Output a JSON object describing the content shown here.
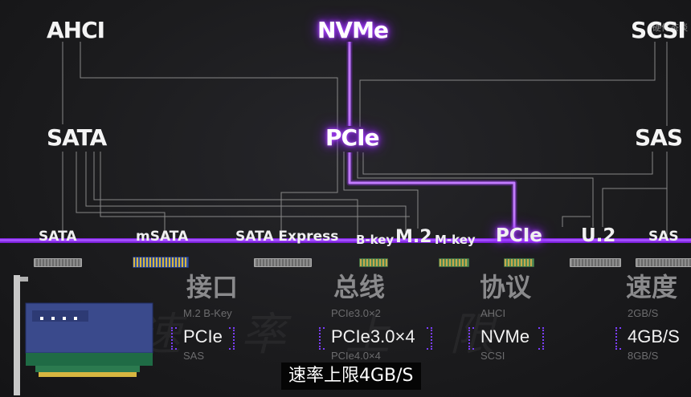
{
  "protocols": {
    "ahci": "AHCI",
    "nvme": "NVMe",
    "scsi": "SCSI"
  },
  "buses": {
    "sata": "SATA",
    "pcie": "PCIe",
    "sas": "SAS"
  },
  "interfaces": {
    "sata": "SATA",
    "msata": "mSATA",
    "sata_express": "SATA Express",
    "bkey": "B-key",
    "m2": "M.2",
    "mkey": "M-key",
    "pcie": "PCIe",
    "u2": "U.2",
    "sas": "SAS"
  },
  "summary": {
    "interface": {
      "title": "接口",
      "above": "M.2 B-Key",
      "value": "PCIe",
      "below": "SAS"
    },
    "bus": {
      "title": "总线",
      "above": "PCIe3.0×2",
      "value": "PCIe3.0×4",
      "below": "PCIe4.0×4"
    },
    "protocol": {
      "title": "协议",
      "above": "AHCI",
      "value": "NVMe",
      "below": "SCSI"
    },
    "speed": {
      "title": "速度",
      "above": "2GB/S",
      "value": "4GB/S",
      "below": "8GB/S"
    }
  },
  "subtitle": "速率上限4GB/S",
  "watermark": "硬件茶谈",
  "colors": {
    "accent": "#8a2be2",
    "glow": "#b04dff",
    "background": "#1b1b1d"
  }
}
